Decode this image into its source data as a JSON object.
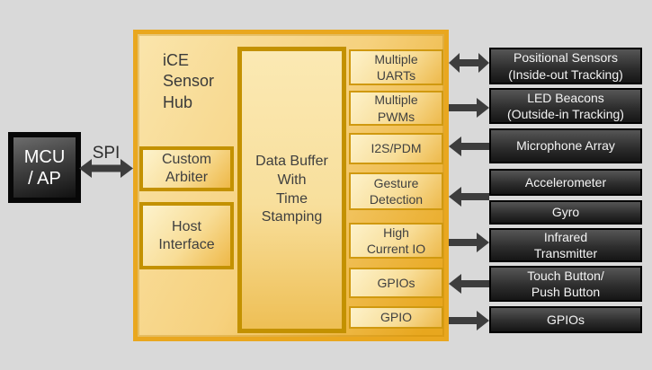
{
  "colors": {
    "background": "#d9d9d9",
    "hub_border": "#e9a71f",
    "hub_fill_light": "#fae5ac",
    "hub_fill_dark": "#e8a71e",
    "inner_block_border": "#c39100",
    "device_fill_top": "#565656",
    "device_fill_bottom": "#151515",
    "arrow": "#3d3d3d",
    "device_text": "#f4f4f4",
    "hub_text": "#3f3f3f"
  },
  "mcu": {
    "label": "MCU\n/ AP"
  },
  "bus": {
    "label": "SPI"
  },
  "hub": {
    "title": "iCE\nSensor\nHub",
    "custom_arbiter": {
      "label": "Custom\nArbiter"
    },
    "host_interface": {
      "label": "Host\nInterface"
    },
    "data_buffer": {
      "label": "Data Buffer\nWith\nTime\nStamping"
    },
    "ports": [
      {
        "label": "Multiple\nUARTs"
      },
      {
        "label": "Multiple\nPWMs"
      },
      {
        "label": "I2S/PDM"
      },
      {
        "label": "Gesture\nDetection"
      },
      {
        "label": "High\nCurrent IO"
      },
      {
        "label": "GPIOs"
      },
      {
        "label": "GPIO"
      }
    ]
  },
  "devices": [
    {
      "label": "Positional Sensors\n(Inside-out Tracking)"
    },
    {
      "label": "LED Beacons\n(Outside-in Tracking)"
    },
    {
      "label": "Microphone Array"
    },
    {
      "label": "Accelerometer"
    },
    {
      "label": "Gyro"
    },
    {
      "label": "Infrared\nTransmitter"
    },
    {
      "label": "Touch Button/\nPush Button"
    },
    {
      "label": "GPIOs"
    }
  ],
  "connections": [
    {
      "from": "MCU / AP",
      "to": "iCE Sensor Hub",
      "via": "SPI",
      "direction": "bidirectional"
    },
    {
      "from": "Multiple UARTs",
      "to": "Positional Sensors (Inside-out Tracking)",
      "direction": "bidirectional"
    },
    {
      "from": "Multiple PWMs",
      "to": "LED Beacons (Outside-in Tracking)",
      "direction": "out"
    },
    {
      "from": "Microphone Array",
      "to": "I2S/PDM",
      "direction": "in"
    },
    {
      "from": "Accelerometer / Gyro",
      "to": "Gesture Detection",
      "direction": "in"
    },
    {
      "from": "High Current IO",
      "to": "Infrared Transmitter",
      "direction": "out"
    },
    {
      "from": "Touch Button/Push Button",
      "to": "GPIOs",
      "direction": "in"
    },
    {
      "from": "GPIO",
      "to": "GPIOs",
      "direction": "out"
    }
  ]
}
